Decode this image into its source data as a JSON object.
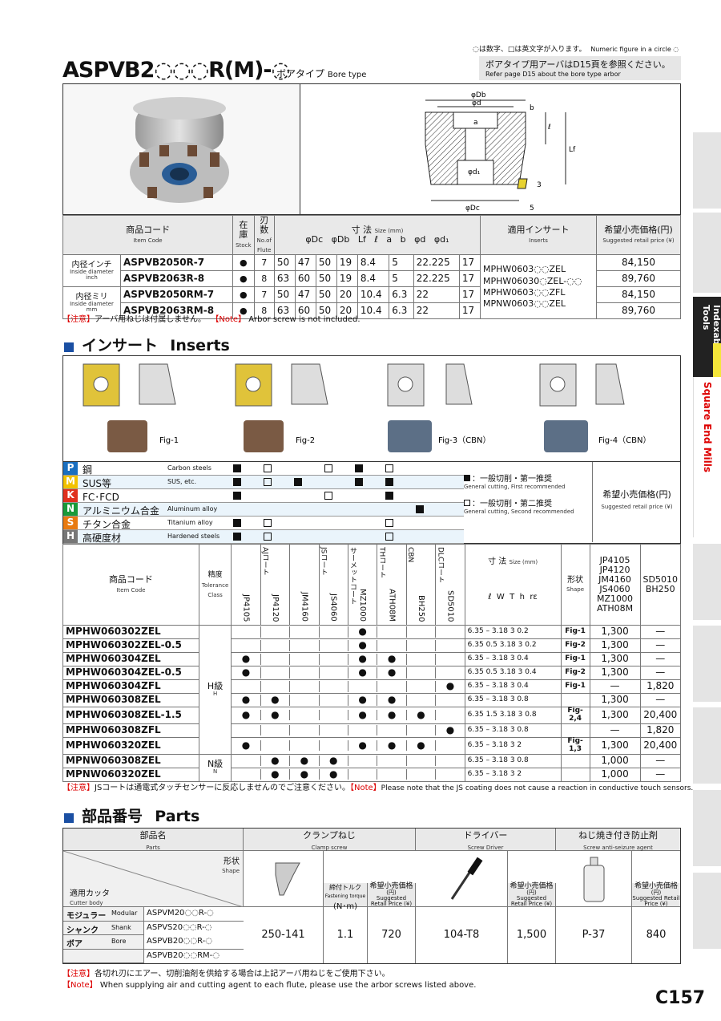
{
  "header": {
    "title": "ASPVB2◌◌◌R(M)-◌",
    "subtitle_ja": "ボアタイプ",
    "subtitle_en": "Bore type",
    "legend_ja": "◌は数字、□は英文字が入ります。",
    "legend_en": "Numeric figure in a circle ◌",
    "arbor_note_ja": "ボアタイプ用アーバはD15頁を参照ください。",
    "arbor_note_en": "Refer page D15 about the bore type arbor"
  },
  "diagram": {
    "labels": [
      "φDb",
      "φd",
      "b",
      "a",
      "ℓ",
      "Lf",
      "φd₁",
      "3",
      "φDc",
      "5"
    ]
  },
  "body_table": {
    "headers": {
      "code_ja": "商品コード",
      "code_en": "Item Code",
      "stock_ja": "在庫",
      "stock_en": "Stock",
      "flute_ja": "刃数",
      "flute_en": "No.of Flute",
      "dims_ja": "寸 法",
      "dims_en": "Size (mm)",
      "cols": [
        "φDc",
        "φDb",
        "Lf",
        "ℓ",
        "a",
        "b",
        "φd",
        "φd₁"
      ],
      "insert_ja": "適用インサート",
      "insert_en": "Inserts",
      "price_ja": "希望小売価格(円)",
      "price_en": "Suggested retail price (¥)"
    },
    "groups": [
      {
        "ja": "内径インチ",
        "en": "Inside diameter inch"
      },
      {
        "ja": "内径ミリ",
        "en": "Inside diameter mm"
      }
    ],
    "rows": [
      {
        "code": "ASPVB2050R-7",
        "stock": "●",
        "flute": "7",
        "dims": [
          "50",
          "47",
          "50",
          "19",
          "8.4",
          "5",
          "22.225",
          "17"
        ],
        "price": "84,150"
      },
      {
        "code": "ASPVB2063R-8",
        "stock": "●",
        "flute": "8",
        "dims": [
          "63",
          "60",
          "50",
          "19",
          "8.4",
          "5",
          "22.225",
          "17"
        ],
        "price": "89,760"
      },
      {
        "code": "ASPVB2050RM-7",
        "stock": "●",
        "flute": "7",
        "dims": [
          "50",
          "47",
          "50",
          "20",
          "10.4",
          "6.3",
          "22",
          "17"
        ],
        "price": "84,150"
      },
      {
        "code": "ASPVB2063RM-8",
        "stock": "●",
        "flute": "8",
        "dims": [
          "63",
          "60",
          "50",
          "20",
          "10.4",
          "6.3",
          "22",
          "17"
        ],
        "price": "89,760"
      }
    ],
    "inserts": [
      "MPHW0603◌◌ZEL",
      "MPHW06030◌ZEL-◌◌",
      "MPHW0603◌◌ZFL",
      "MPNW0603◌◌ZEL"
    ],
    "note_label_ja": "【注意】",
    "note_ja": "アーバ用ねじは付属しません。",
    "note_label_en": "【Note】",
    "note_en": "Arbor screw is not included."
  },
  "inserts_section": {
    "title_ja": "インサート",
    "title_en": "Inserts",
    "figs": [
      "Fig-1",
      "Fig-2",
      "Fig-3（CBN）",
      "Fig-4（CBN）"
    ],
    "materials": [
      {
        "k": "P",
        "ja": "鋼",
        "en": "Carbon steels",
        "color": "#1a6fc0"
      },
      {
        "k": "M",
        "ja": "SUS等",
        "en": "SUS, etc.",
        "color": "#f2c200"
      },
      {
        "k": "K",
        "ja": "FC･FCD",
        "en": "",
        "color": "#e0301e"
      },
      {
        "k": "N",
        "ja": "アルミニウム合金",
        "en": "Aluminum alloy",
        "color": "#1a9a3a"
      },
      {
        "k": "S",
        "ja": "チタン合金",
        "en": "Titanium alloy",
        "color": "#e87a10"
      },
      {
        "k": "H",
        "ja": "高硬度材",
        "en": "Hardened steels",
        "color": "#777777"
      }
    ],
    "legend1_ja": "：一般切削・第一推奨",
    "legend1_en": "General cutting, First recommended",
    "legend2_ja": "：一般切削・第二推奨",
    "legend2_en": "General cutting, Second recommended",
    "price_ja": "希望小売価格(円)",
    "price_en": "Suggested retail price (¥)",
    "code_ja": "商品コード",
    "code_en": "Item Code",
    "tol_ja": "精度",
    "tol_en": "Tolerance Class",
    "coat_groups": [
      "AJコート",
      "JSコート",
      "サーメットコート",
      "THコート",
      "CBN",
      "DLCコート"
    ],
    "grades": [
      "JP4105",
      "JP4120",
      "JM4160",
      "JS4060",
      "MZ1000",
      "ATH08M",
      "BH250",
      "SD5010"
    ],
    "dims_ja": "寸 法",
    "dims_en": "Size (mm)",
    "dim_cols": [
      "ℓ",
      "W",
      "T",
      "h",
      "rε"
    ],
    "shape_ja": "形状",
    "shape_en": "Shape",
    "price_col1": "JP4105 JP4120 JM4160 JS4060 MZ1000 ATH08M",
    "price_col2": "SD5010 BH250",
    "classes": [
      {
        "ja": "H級",
        "en": "H"
      },
      {
        "ja": "N級",
        "en": "N"
      }
    ],
    "rows": [
      {
        "code": "MPHW060302ZEL",
        "marks": [
          "",
          "",
          "",
          "",
          "●",
          "",
          "",
          ""
        ],
        "dims": [
          "6.35",
          "–",
          "3.18",
          "3",
          "0.2"
        ],
        "fig": "Fig-1",
        "p1": "1,300",
        "p2": "—"
      },
      {
        "code": "MPHW060302ZEL-0.5",
        "marks": [
          "",
          "",
          "",
          "",
          "●",
          "",
          "",
          ""
        ],
        "dims": [
          "6.35",
          "0.5",
          "3.18",
          "3",
          "0.2"
        ],
        "fig": "Fig-2",
        "p1": "1,300",
        "p2": "—"
      },
      {
        "code": "MPHW060304ZEL",
        "marks": [
          "●",
          "",
          "",
          "",
          "●",
          "●",
          "",
          ""
        ],
        "dims": [
          "6.35",
          "–",
          "3.18",
          "3",
          "0.4"
        ],
        "fig": "Fig-1",
        "p1": "1,300",
        "p2": "—"
      },
      {
        "code": "MPHW060304ZEL-0.5",
        "marks": [
          "●",
          "",
          "",
          "",
          "●",
          "●",
          "",
          ""
        ],
        "dims": [
          "6.35",
          "0.5",
          "3.18",
          "3",
          "0.4"
        ],
        "fig": "Fig-2",
        "p1": "1,300",
        "p2": "—"
      },
      {
        "code": "MPHW060304ZFL",
        "marks": [
          "",
          "",
          "",
          "",
          "",
          "",
          "",
          "●"
        ],
        "dims": [
          "6.35",
          "–",
          "3.18",
          "3",
          "0.4"
        ],
        "fig": "Fig-1",
        "p1": "—",
        "p2": "1,820"
      },
      {
        "code": "MPHW060308ZEL",
        "marks": [
          "●",
          "●",
          "",
          "",
          "●",
          "●",
          "",
          ""
        ],
        "dims": [
          "6.35",
          "–",
          "3.18",
          "3",
          "0.8"
        ],
        "fig": "",
        "p1": "1,300",
        "p2": "—"
      },
      {
        "code": "MPHW060308ZEL-1.5",
        "marks": [
          "●",
          "●",
          "",
          "",
          "●",
          "●",
          "●",
          ""
        ],
        "dims": [
          "6.35",
          "1.5",
          "3.18",
          "3",
          "0.8"
        ],
        "fig": "Fig-2,4",
        "p1": "1,300",
        "p2": "20,400"
      },
      {
        "code": "MPHW060308ZFL",
        "marks": [
          "",
          "",
          "",
          "",
          "",
          "",
          "",
          "●"
        ],
        "dims": [
          "6.35",
          "–",
          "3.18",
          "3",
          "0.8"
        ],
        "fig": "",
        "p1": "—",
        "p2": "1,820"
      },
      {
        "code": "MPHW060320ZEL",
        "marks": [
          "●",
          "",
          "",
          "",
          "●",
          "●",
          "●",
          ""
        ],
        "dims": [
          "6.35",
          "–",
          "3.18",
          "3",
          "2"
        ],
        "fig": "Fig-1,3",
        "p1": "1,300",
        "p2": "20,400"
      },
      {
        "code": "MPNW060308ZEL",
        "marks": [
          "",
          "●",
          "●",
          "●",
          "",
          "",
          "",
          ""
        ],
        "dims": [
          "6.35",
          "–",
          "3.18",
          "3",
          "0.8"
        ],
        "fig": "",
        "p1": "1,000",
        "p2": "—"
      },
      {
        "code": "MPNW060320ZEL",
        "marks": [
          "",
          "●",
          "●",
          "●",
          "",
          "",
          "",
          ""
        ],
        "dims": [
          "6.35",
          "–",
          "3.18",
          "3",
          "2"
        ],
        "fig": "",
        "p1": "1,000",
        "p2": "—"
      }
    ],
    "note_label_ja": "【注意】",
    "note_ja": "JSコートは通電式タッチセンサーに反応しませんのでご注意ください。",
    "note_label_en": "【Note】",
    "note_en": "Please note that the JS coating does not cause a reaction in conductive touch sensors."
  },
  "parts": {
    "title_ja": "部品番号",
    "title_en": "Parts",
    "name_ja": "部品名",
    "name_en": "Parts",
    "shape_ja": "形状",
    "shape_en": "Shape",
    "cutter_ja": "適用カッタ",
    "cutter_en": "Cutter body",
    "clamp_ja": "クランプねじ",
    "clamp_en": "Clamp screw",
    "driver_ja": "ドライバー",
    "driver_en": "Screw Driver",
    "anti_ja": "ねじ焼き付き防止剤",
    "anti_en": "Screw anti-seizure agent",
    "torque_ja": "締付トルク",
    "torque_en": "Fastening torque",
    "torque_unit": "(N･m)",
    "price_ja": "希望小売価格",
    "price_yen": "(円)",
    "price_en": "Suggested Retail Price (¥)",
    "bodies": [
      {
        "ja": "モジュラー",
        "en": "Modular",
        "code": "ASPVM20◌◌R-◌"
      },
      {
        "ja": "シャンク",
        "en": "Shank",
        "code": "ASPVS20◌◌R-◌"
      },
      {
        "ja": "ボア",
        "en": "Bore",
        "code": "ASPVB20◌◌R-◌"
      },
      {
        "ja": "",
        "en": "",
        "code": "ASPVB20◌◌RM-◌"
      }
    ],
    "clamp_code": "250-141",
    "torque": "1.1",
    "clamp_price": "720",
    "driver_code": "104-T8",
    "driver_price": "1,500",
    "anti_code": "P-37",
    "anti_price": "840",
    "note1_label": "【注意】",
    "note1": "各切れ刃にエアー、切削油剤を供給する場合は上記アーバ用ねじをご使用下さい。",
    "note2_label": "【Note】",
    "note2": "When supplying air and cutting agent to each flute, please use the arbor screws listed above."
  },
  "sidebar": {
    "cat": "Indexable Tools",
    "sub": "Square End Mills"
  },
  "page_number": "C157"
}
